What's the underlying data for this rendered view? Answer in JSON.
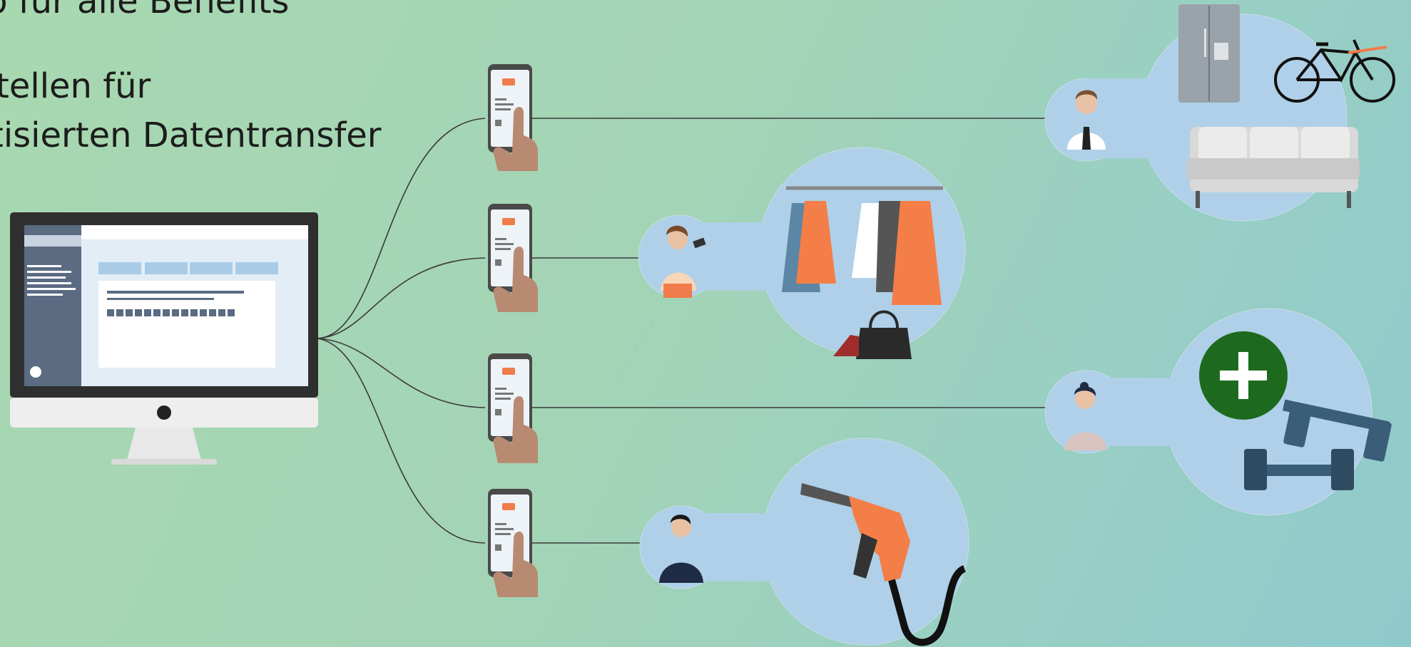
{
  "header": {
    "line1": "p für alle Benefits",
    "line2": "tellen für",
    "line3": "tisierten Datentransfer"
  },
  "colors": {
    "blob": "#afd0e8",
    "line": "#3a3a3a",
    "monitor_frame": "#2f2f2f",
    "sidebar": "#5a6b82",
    "screen": "#e3edf6",
    "tile": "#a9cbe6",
    "phone_icon": "#ef7c4a",
    "skin": "#b88a72",
    "orange_item": "#f47e48",
    "green_badge": "#1d6a1e",
    "dumbbell": "#3a5d78"
  },
  "icons": {
    "monitor": "desktop-monitor-icon",
    "phone": "smartphone-tap-icon",
    "groups": [
      "furniture-bike-group",
      "fashion-group",
      "fitness-health-group",
      "fuel-group"
    ]
  }
}
